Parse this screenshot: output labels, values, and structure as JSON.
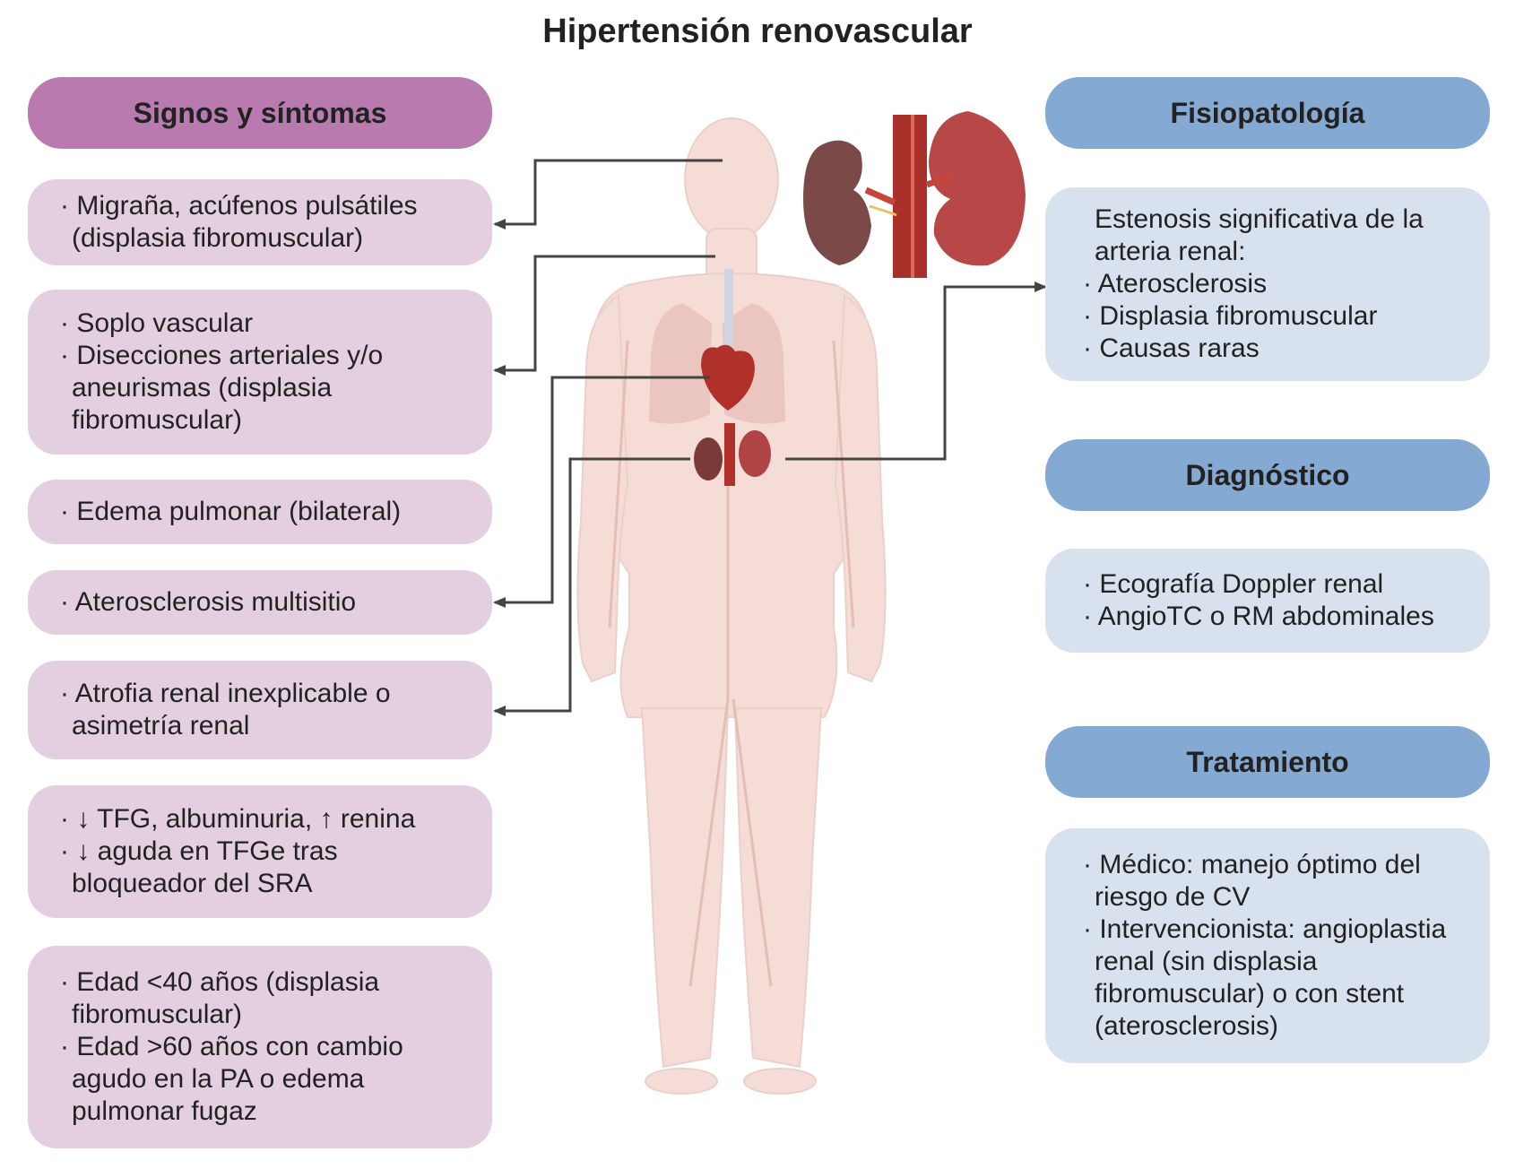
{
  "title": "Hipertensión renovascular",
  "left": {
    "header": "Signos y síntomas",
    "boxes": [
      {
        "lines": [
          "· Migraña, acúfenos pulsátiles",
          "(displasia fibromuscular)"
        ]
      },
      {
        "lines": [
          "· Soplo vascular",
          "· Disecciones arteriales y/o",
          "aneurismas (displasia",
          "fibromuscular)"
        ]
      },
      {
        "lines": [
          "· Edema pulmonar (bilateral)"
        ]
      },
      {
        "lines": [
          "· Aterosclerosis multisitio"
        ]
      },
      {
        "lines": [
          "· Atrofia renal inexplicable o",
          "asimetría renal"
        ]
      },
      {
        "lines": [
          "· ↓ TFG, albuminuria, ↑ renina",
          "· ↓ aguda en TFGe tras",
          "bloqueador del SRA"
        ]
      },
      {
        "lines": [
          "· Edad <40 años (displasia",
          "fibromuscular)",
          "· Edad >60 años con cambio",
          "agudo en la PA o edema",
          "pulmonar fugaz"
        ]
      }
    ]
  },
  "right": {
    "fisiopatologia": {
      "header": "Fisiopatología",
      "lines": [
        "Estenosis significativa de la",
        "arteria renal:",
        "· Aterosclerosis",
        "· Displasia fibromuscular",
        "· Causas raras"
      ]
    },
    "diagnostico": {
      "header": "Diagnóstico",
      "lines": [
        "· Ecografía Doppler renal",
        "· AngioTC o RM abdominales"
      ]
    },
    "tratamiento": {
      "header": "Tratamiento",
      "lines": [
        "· Médico: manejo óptimo del",
        "riesgo de CV",
        "· Intervencionista: angioplastia",
        "renal (sin displasia",
        "fibromuscular) o con stent",
        "(aterosclerosis)"
      ]
    }
  },
  "colors": {
    "left_header": "#b87aaf",
    "left_box": "#e3cfe0",
    "right_header": "#84aad3",
    "right_box": "#d8e1ee",
    "body": "#f4d8d2",
    "organ": "#a9302b",
    "connector": "#444444"
  }
}
